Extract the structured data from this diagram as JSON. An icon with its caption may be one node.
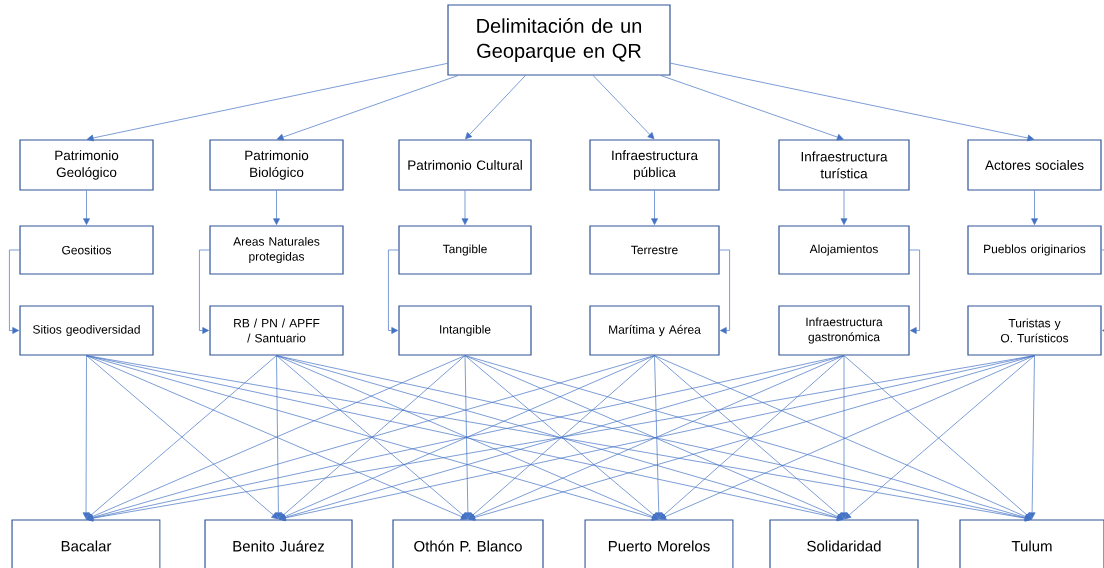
{
  "diagram": {
    "nodes": [
      {
        "text": [
          "Delimitación de un Geoparque en QR"
        ]
      },
      {
        "text": [
          "Patrimonio Geológico"
        ]
      },
      {
        "text": [
          "Patrimonio Biológico"
        ]
      },
      {
        "text": [
          "Patrimonio Cultural"
        ]
      },
      {
        "text": [
          "Infraestructura pública"
        ]
      },
      {
        "text": [
          "Infraestructura turística"
        ]
      },
      {
        "text": [
          "Actores sociales"
        ]
      },
      {
        "text": [
          "Geositios"
        ]
      },
      {
        "text": [
          "Areas Naturales protegidas"
        ]
      },
      {
        "text": [
          "Tangible"
        ]
      },
      {
        "text": [
          "Terrestre"
        ]
      },
      {
        "text": [
          "Alojamientos"
        ]
      },
      {
        "text": [
          "Pueblos originarios"
        ]
      },
      {
        "text": [
          "Sitios geodiversidad"
        ]
      },
      {
        "text": [
          "RB / PN / APFF / Santuario"
        ]
      },
      {
        "text": [
          "Intangible"
        ]
      },
      {
        "text": [
          "Marítima y Aérea"
        ]
      },
      {
        "text": [
          "Infraestructura gastronómica"
        ]
      },
      {
        "text": [
          "Turistas y O. Turísticos"
        ]
      },
      {
        "text": [
          "Bacalar"
        ]
      },
      {
        "text": [
          "Benito Juárez"
        ]
      },
      {
        "text": [
          "Othón P. Blanco"
        ]
      },
      {
        "text": [
          "Puerto Morelos"
        ]
      },
      {
        "text": [
          "Solidaridad"
        ]
      },
      {
        "text": [
          "Tulum"
        ]
      }
    ],
    "edges": [
      {
        "from": 0,
        "to": 1,
        "arrow": "to"
      },
      {
        "from": 0,
        "to": 2,
        "arrow": "to"
      },
      {
        "from": 0,
        "to": 3,
        "arrow": "to"
      },
      {
        "from": 0,
        "to": 4,
        "arrow": "to"
      },
      {
        "from": 0,
        "to": 5,
        "arrow": "to"
      },
      {
        "from": 0,
        "to": 6,
        "arrow": "to"
      },
      {
        "from": 1,
        "to": 7,
        "arrow": "to"
      },
      {
        "from": 2,
        "to": 8,
        "arrow": "to"
      },
      {
        "from": 3,
        "to": 9,
        "arrow": "to"
      },
      {
        "from": 4,
        "to": 10,
        "arrow": "to"
      },
      {
        "from": 5,
        "to": 11,
        "arrow": "to"
      },
      {
        "from": 6,
        "to": 12,
        "arrow": "to"
      },
      {
        "from": 7,
        "to": 13,
        "arrow": "to"
      },
      {
        "from": 8,
        "to": 14,
        "arrow": "to"
      },
      {
        "from": 9,
        "to": 15,
        "arrow": "to"
      },
      {
        "from": 10,
        "to": 16,
        "arrow": "to"
      },
      {
        "from": 11,
        "to": 17,
        "arrow": "to"
      },
      {
        "from": 12,
        "to": 18,
        "arrow": "to"
      },
      {
        "from": 13,
        "to": 19,
        "arrow": "to"
      },
      {
        "from": 13,
        "to": 20,
        "arrow": "to"
      },
      {
        "from": 13,
        "to": 21,
        "arrow": "to"
      },
      {
        "from": 13,
        "to": 22,
        "arrow": "to"
      },
      {
        "from": 13,
        "to": 23,
        "arrow": "to"
      },
      {
        "from": 13,
        "to": 24,
        "arrow": "to"
      },
      {
        "from": 14,
        "to": 19,
        "arrow": "to"
      },
      {
        "from": 14,
        "to": 20,
        "arrow": "to"
      },
      {
        "from": 14,
        "to": 21,
        "arrow": "to"
      },
      {
        "from": 14,
        "to": 22,
        "arrow": "to"
      },
      {
        "from": 14,
        "to": 23,
        "arrow": "to"
      },
      {
        "from": 14,
        "to": 24,
        "arrow": "to"
      },
      {
        "from": 15,
        "to": 19,
        "arrow": "to"
      },
      {
        "from": 15,
        "to": 20,
        "arrow": "to"
      },
      {
        "from": 15,
        "to": 21,
        "arrow": "to"
      },
      {
        "from": 15,
        "to": 22,
        "arrow": "to"
      },
      {
        "from": 15,
        "to": 23,
        "arrow": "to"
      },
      {
        "from": 15,
        "to": 24,
        "arrow": "to"
      },
      {
        "from": 16,
        "to": 19,
        "arrow": "to"
      },
      {
        "from": 16,
        "to": 20,
        "arrow": "to"
      },
      {
        "from": 16,
        "to": 21,
        "arrow": "to"
      },
      {
        "from": 16,
        "to": 22,
        "arrow": "to"
      },
      {
        "from": 16,
        "to": 23,
        "arrow": "to"
      },
      {
        "from": 16,
        "to": 24,
        "arrow": "to"
      },
      {
        "from": 17,
        "to": 19,
        "arrow": "to"
      },
      {
        "from": 17,
        "to": 20,
        "arrow": "to"
      },
      {
        "from": 17,
        "to": 21,
        "arrow": "to"
      },
      {
        "from": 17,
        "to": 22,
        "arrow": "to"
      },
      {
        "from": 17,
        "to": 23,
        "arrow": "to"
      },
      {
        "from": 17,
        "to": 24,
        "arrow": "to"
      },
      {
        "from": 18,
        "to": 19,
        "arrow": "to"
      },
      {
        "from": 18,
        "to": 20,
        "arrow": "to"
      },
      {
        "from": 18,
        "to": 21,
        "arrow": "to"
      },
      {
        "from": 18,
        "to": 22,
        "arrow": "to"
      },
      {
        "from": 18,
        "to": 23,
        "arrow": "to"
      },
      {
        "from": 18,
        "to": 24,
        "arrow": "to"
      }
    ]
  }
}
